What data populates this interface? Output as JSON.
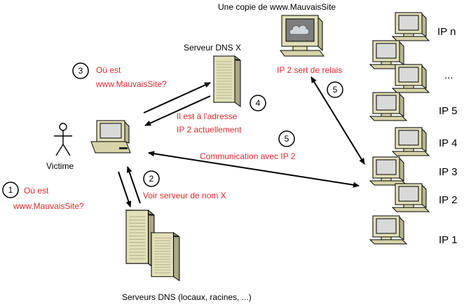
{
  "labels": {
    "copy_site": "Une copie de www.MauvaisSite",
    "dns_x": "Serveur DNS X",
    "relay": "IP 2 sert de relais",
    "victim": "Victime",
    "dns_servers": "Serveurs DNS (locaux, racines, ...)"
  },
  "steps": [
    {
      "num": "1",
      "text": [
        "Où est",
        "www.MauvaisSite?"
      ]
    },
    {
      "num": "2",
      "text": [
        "Voir serveur de nom X"
      ]
    },
    {
      "num": "3",
      "text": [
        "Où est",
        "www.MauvaisSite?"
      ]
    },
    {
      "num": "4",
      "text": [
        "Il est à l'adresse",
        "IP 2 actuellement"
      ]
    },
    {
      "num": "5",
      "text": [
        "Communication avec IP 2"
      ]
    },
    {
      "num": "5",
      "text": []
    }
  ],
  "ip_labels": [
    "IP n",
    "...",
    "IP 5",
    "IP 4",
    "IP 3",
    "IP 2",
    "IP 1"
  ],
  "colors": {
    "annotation": "#e8252a",
    "beige": "#e2e0b8",
    "screen": "#8c8c8c"
  }
}
